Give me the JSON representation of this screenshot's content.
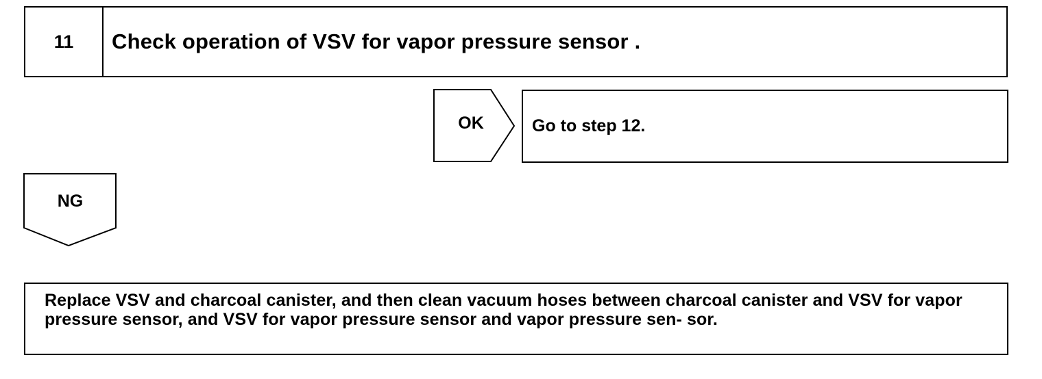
{
  "step": {
    "number": "11",
    "title": "Check operation of VSV for vapor pressure sensor ."
  },
  "ok_branch": {
    "label": "OK",
    "result": "Go to step 12."
  },
  "ng_branch": {
    "label": "NG"
  },
  "final_action": {
    "text": "Replace VSV and charcoal canister, and then clean vacuum hoses between charcoal canister and VSV for vapor pressure sensor, and VSV for vapor pressure sensor and vapor pressure sen- sor."
  }
}
